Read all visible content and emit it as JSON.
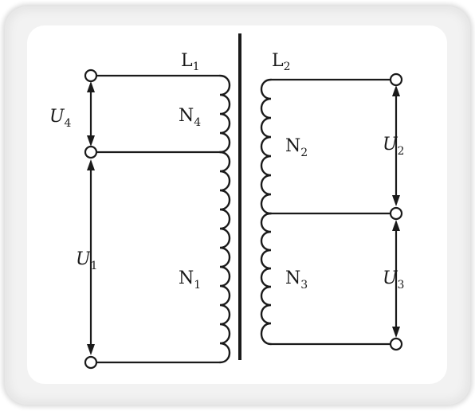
{
  "windings": {
    "left": {
      "label": "L",
      "sub": "1"
    },
    "right": {
      "label": "L",
      "sub": "2"
    }
  },
  "turns": {
    "n4": {
      "label": "N",
      "sub": "4"
    },
    "n1": {
      "label": "N",
      "sub": "1"
    },
    "n2": {
      "label": "N",
      "sub": "2"
    },
    "n3": {
      "label": "N",
      "sub": "3"
    }
  },
  "voltages": {
    "u4": {
      "label": "U",
      "sub": "4"
    },
    "u1": {
      "label": "U",
      "sub": "1"
    },
    "u2": {
      "label": "U",
      "sub": "2"
    },
    "u3": {
      "label": "U",
      "sub": "3"
    }
  }
}
